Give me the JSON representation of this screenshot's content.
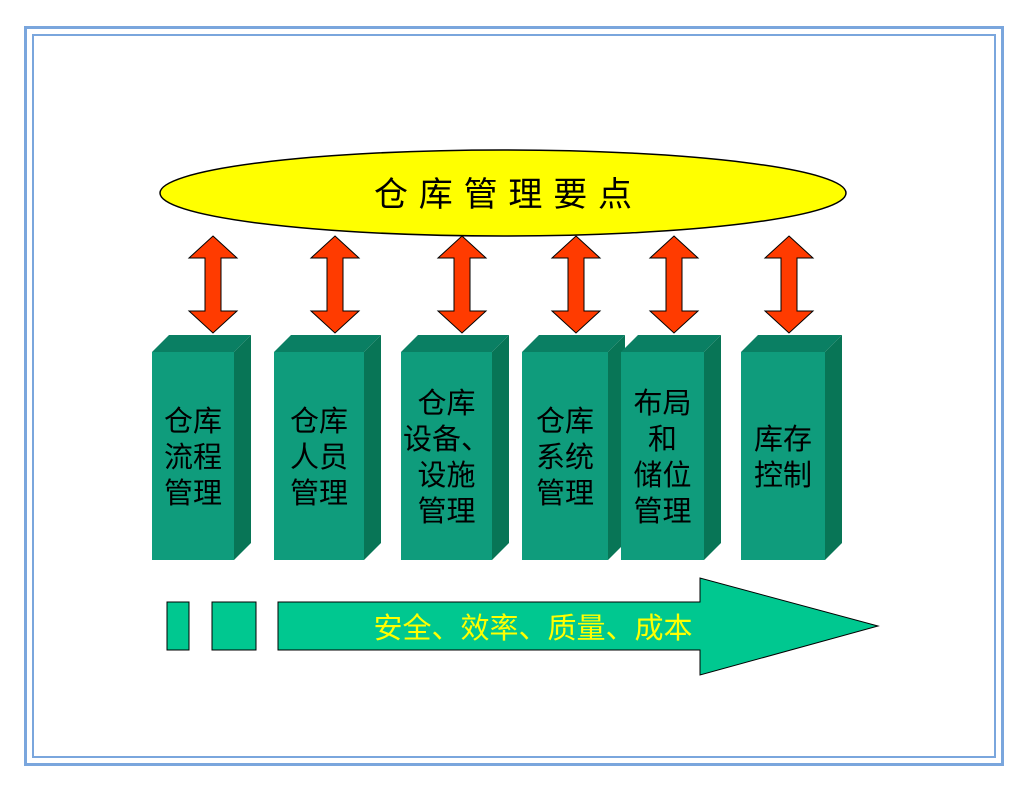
{
  "title": "仓 库 管 理 要 点",
  "pillars": [
    {
      "lines": [
        "仓库",
        "流程",
        "管理"
      ]
    },
    {
      "lines": [
        "仓库",
        "人员",
        "管理"
      ]
    },
    {
      "lines": [
        "仓库",
        "设备、",
        "设施",
        "管理"
      ]
    },
    {
      "lines": [
        "仓库",
        "系统",
        "管理"
      ]
    },
    {
      "lines": [
        "布局",
        "和",
        "储位",
        "管理"
      ]
    },
    {
      "lines": [
        "库存",
        "控制"
      ]
    }
  ],
  "bottom_arrow": {
    "label": "安全、效率、质量、成本"
  },
  "colors": {
    "frame": "#7aa6dd",
    "ellipse_fill": "#ffff00",
    "pillar_front": "#0f9c7c",
    "pillar_top": "#0a7f63",
    "pillar_side": "#087556",
    "updown_arrow": "#ff3b00",
    "bottom_arrow": "#00c890",
    "bottom_text": "#ffff00"
  }
}
